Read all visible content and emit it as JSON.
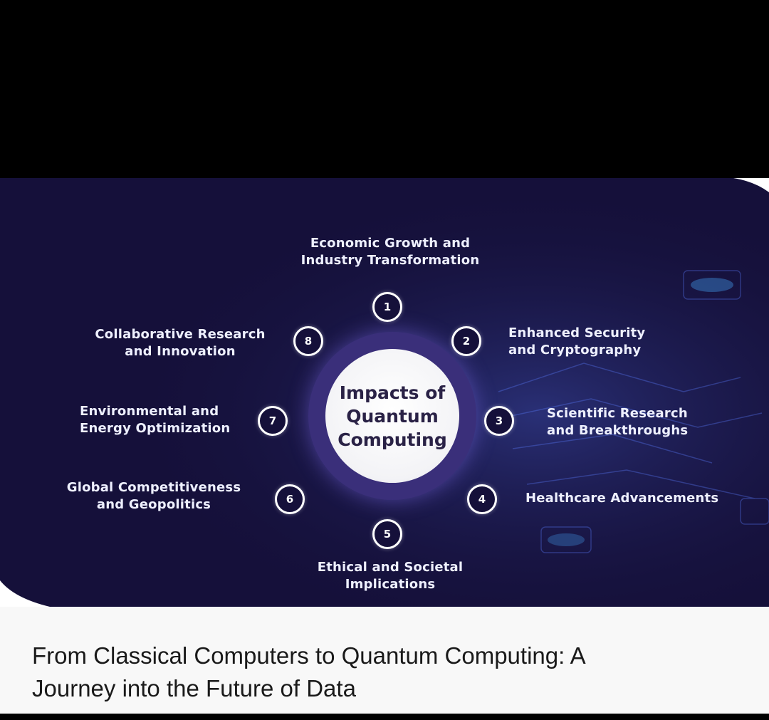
{
  "infographic": {
    "center_lines": [
      "Impacts of",
      "Quantum",
      "Computing"
    ],
    "items": [
      {
        "number": "1",
        "label_lines": [
          "Economic Growth and",
          "Industry Transformation"
        ]
      },
      {
        "number": "2",
        "label_lines": [
          "Enhanced Security",
          "and Cryptography"
        ]
      },
      {
        "number": "3",
        "label_lines": [
          "Scientific Research",
          "and Breakthroughs"
        ]
      },
      {
        "number": "4",
        "label_lines": [
          "Healthcare Advancements"
        ]
      },
      {
        "number": "5",
        "label_lines": [
          "Ethical and Societal",
          "Implications"
        ]
      },
      {
        "number": "6",
        "label_lines": [
          "Global Competitiveness",
          "and Geopolitics"
        ]
      },
      {
        "number": "7",
        "label_lines": [
          "Environmental and",
          "Energy Optimization"
        ]
      },
      {
        "number": "8",
        "label_lines": [
          "Collaborative Research",
          "and Innovation"
        ]
      }
    ]
  },
  "article": {
    "title_lines": [
      "From Classical Computers to Quantum Computing: A",
      "Journey into the Future of Data"
    ]
  },
  "colors": {
    "background_navy": "#15103a",
    "text_light": "#eef0ff",
    "caption_bg": "#f8f8f8"
  }
}
